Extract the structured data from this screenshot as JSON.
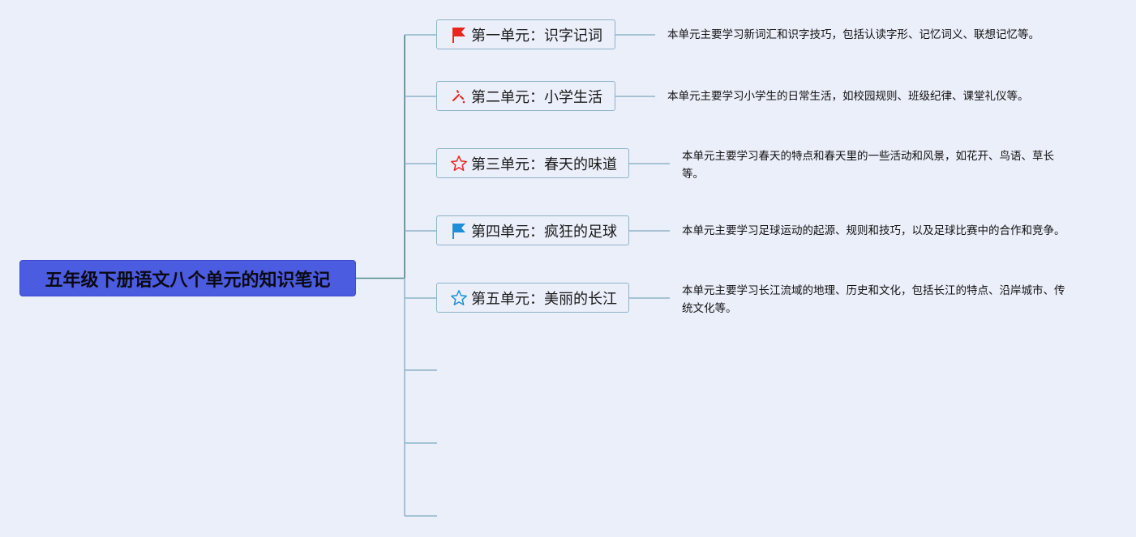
{
  "root": {
    "title": "五年级下册语文八个单元的知识笔记"
  },
  "units": [
    {
      "label": "第一单元：识字记词",
      "icon": "red-flag-icon",
      "desc": "本单元主要学习新词汇和识字技巧，包括认读字形、记忆词义、联想记忆等。"
    },
    {
      "label": "第二单元：小学生活",
      "icon": "sparkle-icon",
      "desc": "本单元主要学习小学生的日常生活，如校园规则、班级纪律、课堂礼仪等。"
    },
    {
      "label": "第三单元：春天的味道",
      "icon": "red-star-outline-icon",
      "desc_lines": [
        "本单元主要学习春天的特点和春天里的一些活动和风景，如花开、鸟语、草长",
        "等。"
      ]
    },
    {
      "label": "第四单元：疯狂的足球",
      "icon": "blue-flag-icon",
      "desc": "本单元主要学习足球运动的起源、规则和技巧，以及足球比赛中的合作和竞争。"
    },
    {
      "label": "第五单元：美丽的长江",
      "icon": "blue-star-outline-icon",
      "desc_lines": [
        "本单元主要学习长江流域的地理、历史和文化，包括长江的特点、沿岸城市、传",
        "统文化等。"
      ]
    }
  ],
  "colors": {
    "root_bg": "#4c5ce0",
    "connector": "#5e8fa8",
    "node_border": "#8fb3c8"
  }
}
